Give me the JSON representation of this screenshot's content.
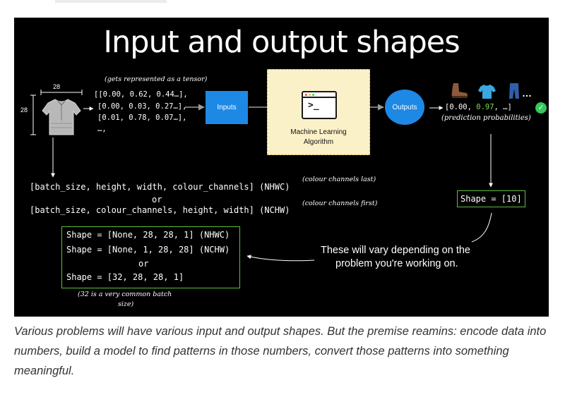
{
  "figure": {
    "title": "Input and output shapes",
    "tensor_note": "(gets represented as a tensor)",
    "image_width": "28",
    "image_height": "28",
    "tensor_lines": [
      "[[0.00, 0.62, 0.44…],",
      "[0.00, 0.03, 0.27…],",
      "[0.01, 0.78, 0.07…],",
      "…,"
    ],
    "inputs_label": "Inputs",
    "ml_label_line1": "Machine Learning",
    "ml_label_line2": "Algorithm",
    "outputs_label": "Outputs",
    "output_values": {
      "open": "[0.00, ",
      "highlight": "0.97",
      "close": ", …]",
      "highlight_color": "#7ed957"
    },
    "prediction_note": "(prediction probabilities)",
    "output_ellipsis": "…",
    "nhwc_line": "[batch_size, height, width, colour_channels] (NHWC)",
    "nhwc_note": "(colour channels last)",
    "or_label": "or",
    "nchw_line": "[batch_size, colour_channels, height, width] (NCHW)",
    "nchw_note": "(colour channels first)",
    "output_shape": "Shape = [10]",
    "input_shapes": [
      "Shape = [None, 28, 28, 1] (NHWC)",
      "Shape = [None, 1, 28, 28] (NCHW)",
      "or",
      "Shape = [32, 28, 28, 1]"
    ],
    "batch_note_line1": "(32 is a very common batch",
    "batch_note_line2": "size)",
    "vary_note_line1": "These will vary depending on the",
    "vary_note_line2": "problem you're working on.",
    "accent_color": "#1e88e5",
    "box_color": "#5fbf3a"
  },
  "icons": [
    "shirt-icon",
    "boot-icon",
    "tshirt-icon",
    "trousers-icon",
    "check-icon",
    "terminal-window-icon"
  ],
  "caption": "Various problems will have various input and output shapes. But the premise reamins: encode data into numbers, build a model to find patterns in those numbers, convert those patterns into something meaningful."
}
